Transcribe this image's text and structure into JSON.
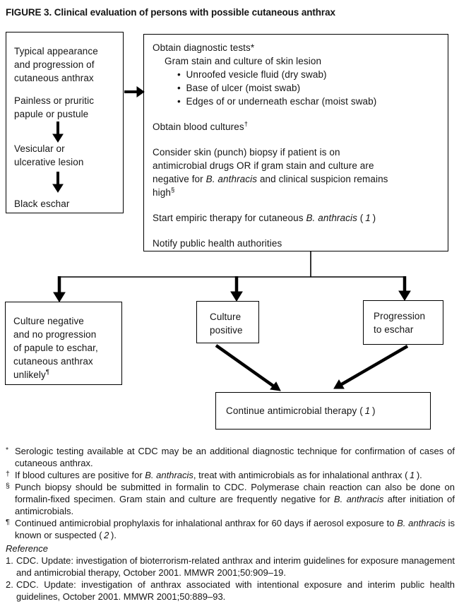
{
  "title": "FIGURE 3. Clinical evaluation of persons with possible cutaneous anthrax",
  "flow": {
    "typical_box": {
      "p1": [
        {
          "t": "Typical appearance"
        },
        {
          "br": true
        },
        {
          "t": "and progression of"
        },
        {
          "br": true
        },
        {
          "t": "cutaneous anthrax"
        }
      ],
      "p2": [
        {
          "t": "Painless or pruritic"
        },
        {
          "br": true
        },
        {
          "t": "papule or pustule"
        }
      ],
      "p3": [
        {
          "t": "Vesicular or"
        },
        {
          "br": true
        },
        {
          "t": "ulcerative lesion"
        }
      ],
      "p4": [
        {
          "t": "Black eschar"
        }
      ]
    },
    "main_box": {
      "l1": [
        {
          "t": "Obtain diagnostic tests*"
        }
      ],
      "l2": [
        {
          "t": "Gram stain and culture of skin lesion"
        }
      ],
      "l3": [
        {
          "t": "•  Unroofed vesicle fluid (dry swab)"
        }
      ],
      "l4": [
        {
          "t": "•  Base of ulcer (moist swab)"
        }
      ],
      "l5": [
        {
          "t": "•  Edges of or underneath eschar (moist swab)"
        }
      ],
      "l6": [
        {
          "t": "Obtain blood cultures"
        },
        {
          "t": "†",
          "sup": true
        }
      ],
      "l7": [
        {
          "t": "Consider skin (punch) biopsy if patient is on"
        },
        {
          "br": true
        },
        {
          "t": "antimicrobial drugs OR if gram stain and culture are"
        },
        {
          "br": true
        },
        {
          "t": "negative for "
        },
        {
          "t": "B. anthracis",
          "i": true
        },
        {
          "t": " and clinical suspicion remains"
        },
        {
          "br": true
        },
        {
          "t": "high"
        },
        {
          "t": "§",
          "sup": true
        }
      ],
      "l8": [
        {
          "t": "Start empiric therapy for cutaneous "
        },
        {
          "t": "B. anthracis",
          "i": true
        },
        {
          "t": " ( "
        },
        {
          "t": "1",
          "i": true
        },
        {
          "t": " )"
        }
      ],
      "l9": [
        {
          "t": "Notify public health authorities"
        }
      ]
    },
    "culture_negative_box": [
      {
        "t": "Culture negative"
      },
      {
        "br": true
      },
      {
        "t": "and no progression"
      },
      {
        "br": true
      },
      {
        "t": "of papule to eschar,"
      },
      {
        "br": true
      },
      {
        "t": "cutaneous anthrax"
      },
      {
        "br": true
      },
      {
        "t": "unlikely"
      },
      {
        "t": "¶",
        "sup": true
      }
    ],
    "culture_positive_box": [
      {
        "t": "Culture"
      },
      {
        "br": true
      },
      {
        "t": "positive"
      }
    ],
    "progression_box": [
      {
        "t": "Progression"
      },
      {
        "br": true
      },
      {
        "t": "to eschar"
      }
    ],
    "continue_box": [
      {
        "t": "Continue antimicrobial therapy ( "
      },
      {
        "t": "1",
        "i": true
      },
      {
        "t": " )"
      }
    ]
  },
  "footnotes": [
    {
      "marker": "*",
      "runs": [
        {
          "t": "Serologic testing available at CDC may be an additional diagnostic technique for confirmation of cases of cutaneous anthrax."
        }
      ]
    },
    {
      "marker": "†",
      "runs": [
        {
          "t": "If blood cultures are positive for "
        },
        {
          "t": "B. anthracis",
          "i": true
        },
        {
          "t": ", treat with antimicrobials as for inhalational anthrax ( "
        },
        {
          "t": "1",
          "i": true
        },
        {
          "t": " )."
        }
      ]
    },
    {
      "marker": "§",
      "runs": [
        {
          "t": "Punch biopsy should be submitted in formalin to CDC. Polymerase chain reaction can also be done on formalin-fixed specimen. Gram stain and culture are frequently negative for "
        },
        {
          "t": "B. anthracis",
          "i": true
        },
        {
          "t": " after initiation of antimicrobials."
        }
      ]
    },
    {
      "marker": "¶",
      "runs": [
        {
          "t": "Continued antimicrobial prophylaxis for inhalational anthrax for 60 days if aerosol exposure to "
        },
        {
          "t": "B. anthracis",
          "i": true
        },
        {
          "t": " is known or suspected ( "
        },
        {
          "t": "2",
          "i": true
        },
        {
          "t": " )."
        }
      ]
    }
  ],
  "reference": {
    "heading": "Reference",
    "items": [
      {
        "num": "1.",
        "runs": [
          {
            "t": "CDC. Update: investigation of bioterrorism-related anthrax and interim guidelines for exposure management and antimicrobial therapy, October 2001. MMWR 2001;50:909–19."
          }
        ]
      },
      {
        "num": "2.",
        "runs": [
          {
            "t": "CDC. Update: investigation of anthrax associated with intentional exposure and interim public health guidelines, October 2001. MMWR 2001;50:889–93."
          }
        ]
      }
    ]
  }
}
